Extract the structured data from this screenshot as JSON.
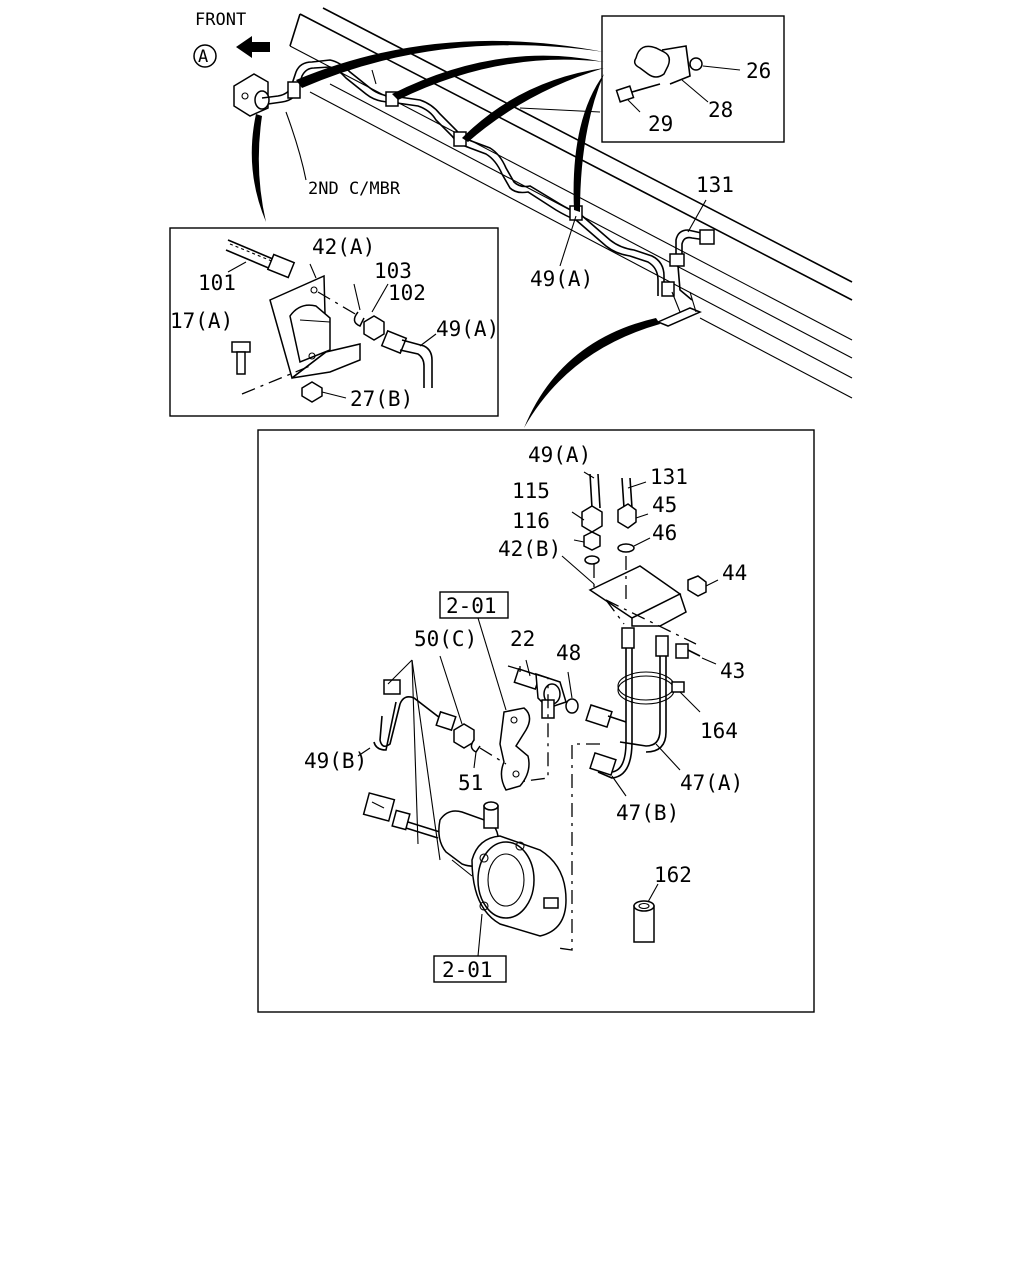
{
  "labels": {
    "front": "FRONT",
    "view_a": "A",
    "cross_member": "2ND C/MBR",
    "p26": "26",
    "p28": "28",
    "p29": "29",
    "p131_top": "131",
    "p49a_top": "49(A)",
    "p42a": "42(A)",
    "p101": "101",
    "p103": "103",
    "p102": "102",
    "p17a": "17(A)",
    "p49a_inset": "49(A)",
    "p27b": "27(B)",
    "p49a_main": "49(A)",
    "p131_main": "131",
    "p115": "115",
    "p45": "45",
    "p116": "116",
    "p46": "46",
    "p42b": "42(B)",
    "p44": "44",
    "ref_201_upper": "2-01",
    "p50c": "50(C)",
    "p22": "22",
    "p48": "48",
    "p43": "43",
    "p164": "164",
    "p49b": "49(B)",
    "p51": "51",
    "p47a": "47(A)",
    "p47b": "47(B)",
    "p162": "162",
    "ref_201_lower": "2-01"
  }
}
